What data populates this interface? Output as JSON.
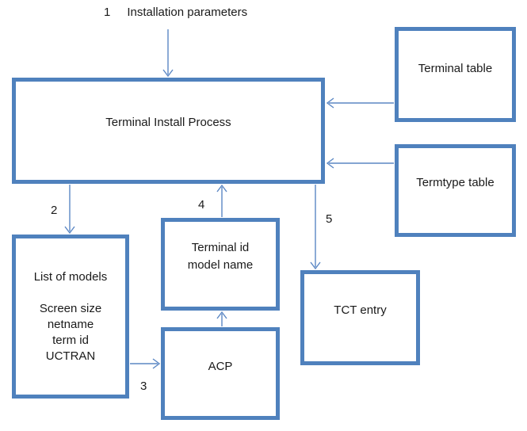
{
  "diagram": {
    "title_caption": "Installation parameters",
    "step_numbers": {
      "s1": "1",
      "s2": "2",
      "s3": "3",
      "s4": "4",
      "s5": "5"
    },
    "nodes": {
      "process": {
        "label": "Terminal Install Process"
      },
      "terminal_table": {
        "label": "Terminal table"
      },
      "termtype_table": {
        "label": "Termtype table"
      },
      "list_of_models": {
        "lines": [
          "List of models",
          "",
          "Screen size",
          "netname",
          "term id",
          "UCTRAN"
        ]
      },
      "terminal_id": {
        "lines": [
          "Terminal id",
          "model name"
        ]
      },
      "acp": {
        "label": "ACP"
      },
      "tct": {
        "label": "TCT entry"
      }
    },
    "edges": [
      {
        "label": "1",
        "from": "installation-parameters",
        "to": "process"
      },
      {
        "label": "2",
        "from": "process",
        "to": "list_of_models"
      },
      {
        "label": "3",
        "from": "list_of_models",
        "to": "acp"
      },
      {
        "label": "",
        "from": "acp",
        "to": "terminal_id"
      },
      {
        "label": "4",
        "from": "terminal_id",
        "to": "process"
      },
      {
        "label": "5",
        "from": "process",
        "to": "tct"
      },
      {
        "label": "",
        "from": "terminal_table",
        "to": "process"
      },
      {
        "label": "",
        "from": "termtype_table",
        "to": "process"
      }
    ],
    "colors": {
      "box_border": "#4f81bd",
      "arrow": "#5b87c4",
      "text": "#1a1a1a",
      "background": "#ffffff"
    }
  }
}
